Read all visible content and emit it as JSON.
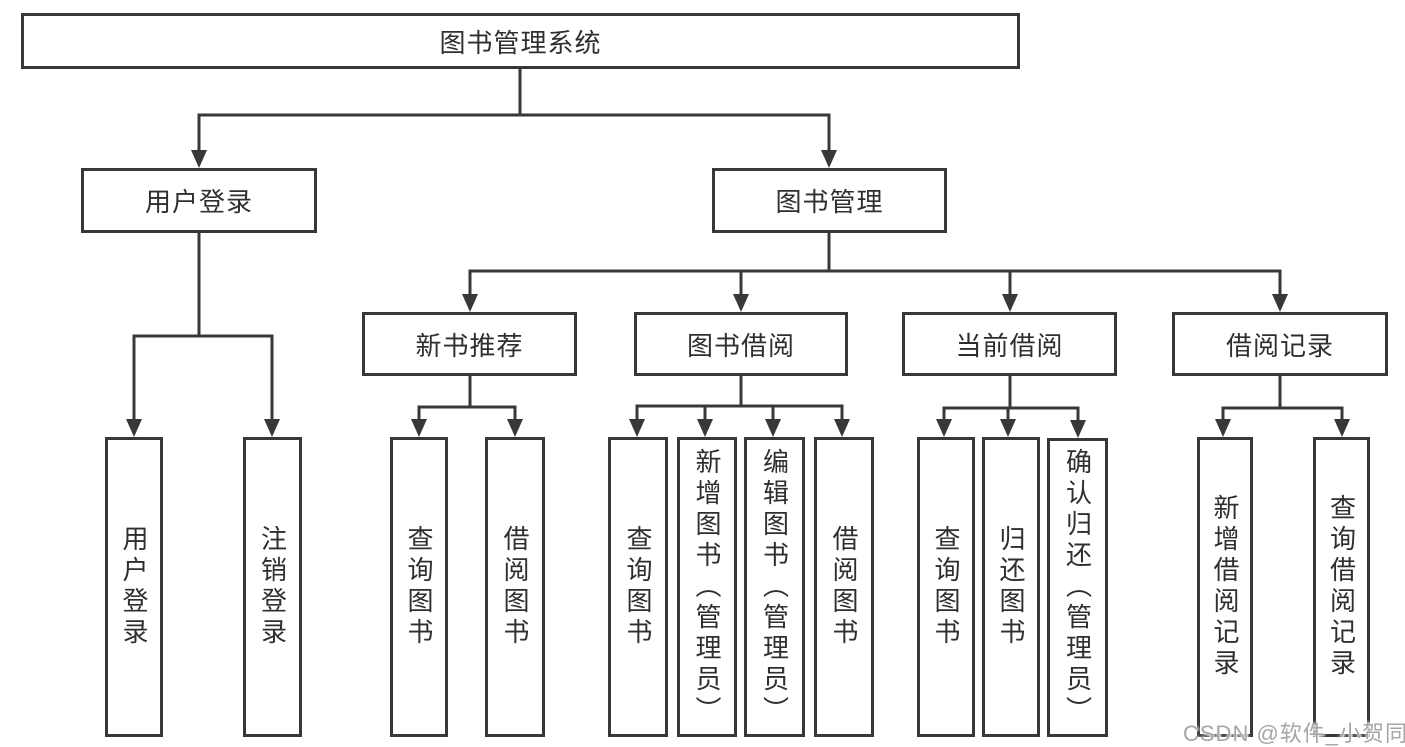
{
  "colors": {
    "background": "#ffffff",
    "line": "#383838",
    "box_border": "#383838",
    "text": "#2f2f2f",
    "watermark": "#a6a6a6"
  },
  "diagram": {
    "root": {
      "label": "图书管理系统"
    },
    "branches": [
      {
        "label": "用户登录",
        "children": [
          {
            "label": "用户登录"
          },
          {
            "label": "注销登录"
          }
        ]
      },
      {
        "label": "图书管理",
        "children": [
          {
            "label": "新书推荐",
            "children": [
              {
                "label": "查询图书"
              },
              {
                "label": "借阅图书"
              }
            ]
          },
          {
            "label": "图书借阅",
            "children": [
              {
                "label": "查询图书"
              },
              {
                "label": "新增图书（管理员）"
              },
              {
                "label": "编辑图书（管理员）"
              },
              {
                "label": "借阅图书"
              }
            ]
          },
          {
            "label": "当前借阅",
            "children": [
              {
                "label": "查询图书"
              },
              {
                "label": "归还图书"
              },
              {
                "label": "确认归还（管理员）"
              }
            ]
          },
          {
            "label": "借阅记录",
            "children": [
              {
                "label": "新增借阅记录"
              },
              {
                "label": "查询借阅记录"
              }
            ]
          }
        ]
      }
    ]
  },
  "watermark": {
    "text": "CSDN @软件_小贺同学"
  }
}
